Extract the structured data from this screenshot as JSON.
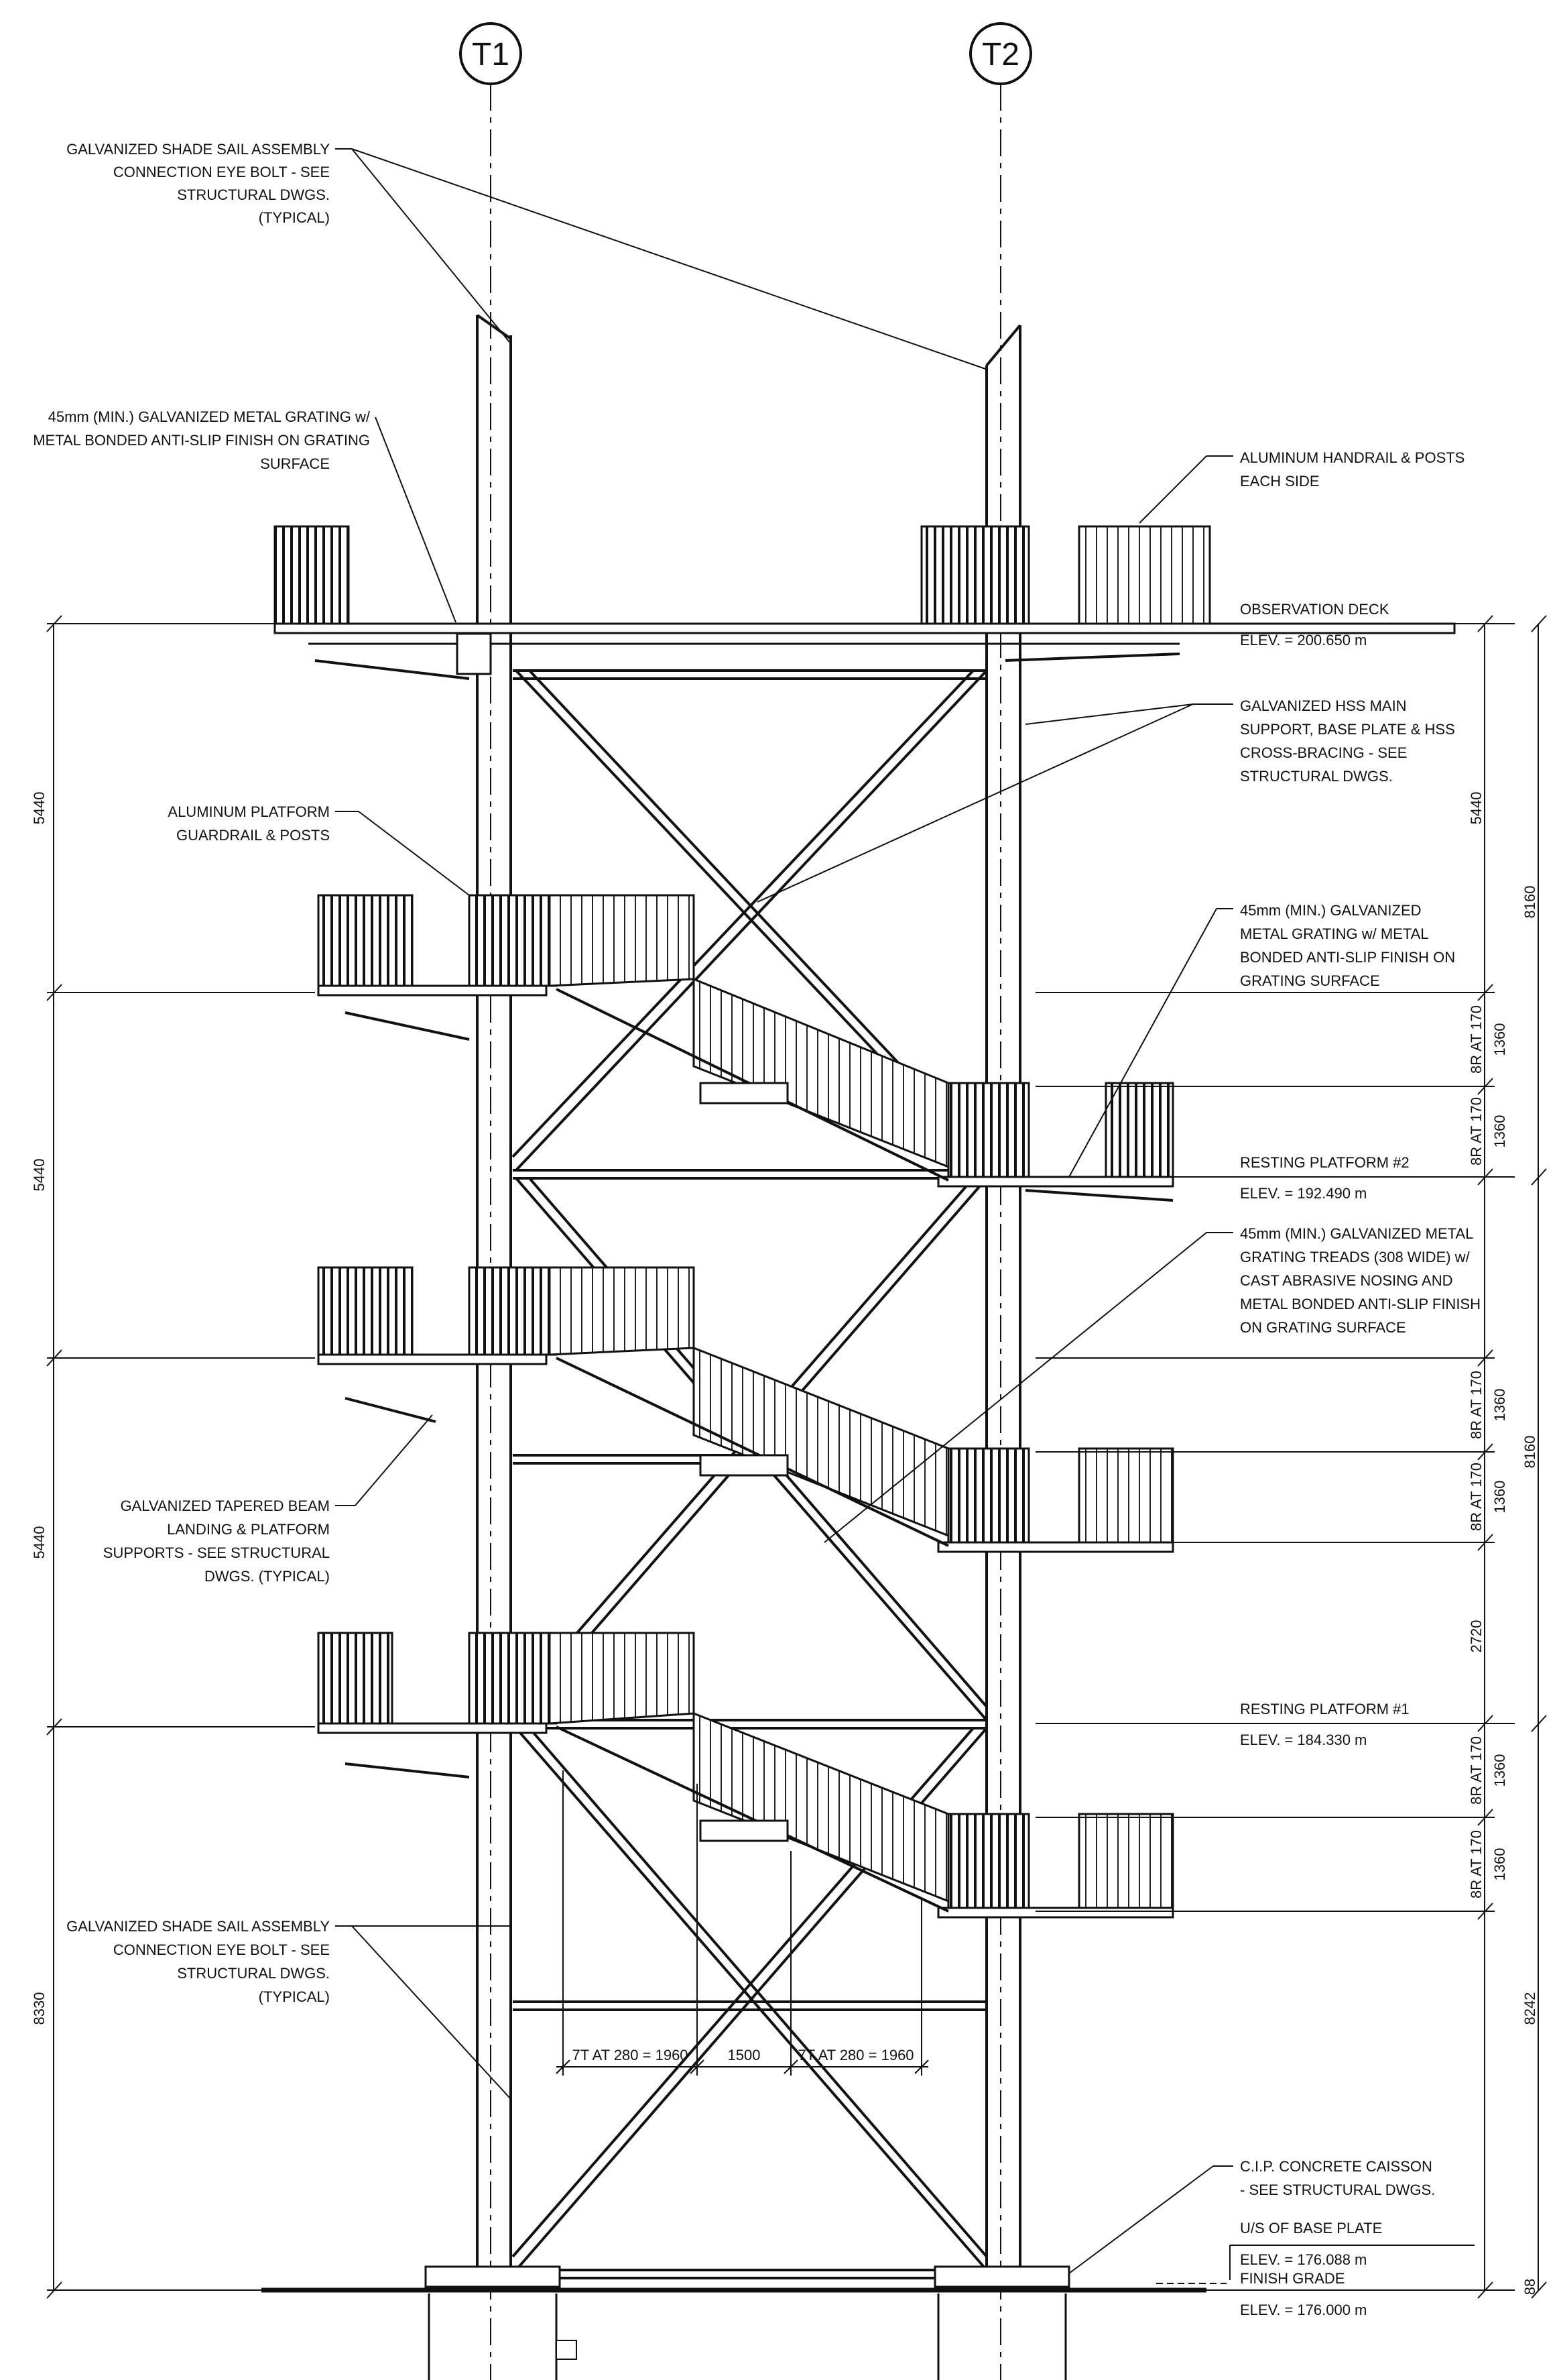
{
  "grid": {
    "t1": "T1",
    "t2": "T2"
  },
  "notes": {
    "shade_sail_top": [
      "GALVANIZED SHADE SAIL ASSEMBLY",
      "CONNECTION EYE BOLT - SEE",
      "STRUCTURAL DWGS.",
      "(TYPICAL)"
    ],
    "grating_deck": [
      "45mm (MIN.) GALVANIZED METAL GRATING w/",
      "METAL BONDED ANTI-SLIP FINISH ON GRATING",
      "SURFACE"
    ],
    "handrail": [
      "ALUMINUM HANDRAIL & POSTS",
      "EACH SIDE"
    ],
    "hss": [
      "GALVANIZED HSS MAIN",
      "SUPPORT, BASE PLATE & HSS",
      "CROSS-BRACING - SEE",
      "STRUCTURAL DWGS."
    ],
    "guardrail": [
      "ALUMINUM PLATFORM",
      "GUARDRAIL & POSTS"
    ],
    "grating_platform": [
      "45mm (MIN.) GALVANIZED",
      "METAL GRATING w/ METAL",
      "BONDED ANTI-SLIP FINISH ON",
      "GRATING SURFACE"
    ],
    "treads": [
      "45mm (MIN.) GALVANIZED METAL",
      "GRATING TREADS (308 WIDE) w/",
      "CAST ABRASIVE NOSING AND",
      "METAL BONDED ANTI-SLIP FINISH",
      "ON GRATING SURFACE"
    ],
    "tapered_beam": [
      "GALVANIZED TAPERED BEAM",
      "LANDING & PLATFORM",
      "SUPPORTS - SEE STRUCTURAL",
      "DWGS. (TYPICAL)"
    ],
    "shade_sail_bottom": [
      "GALVANIZED SHADE SAIL ASSEMBLY",
      "CONNECTION EYE BOLT - SEE",
      "STRUCTURAL DWGS.",
      "(TYPICAL)"
    ],
    "caisson": [
      "C.I.P. CONCRETE CAISSON",
      "- SEE STRUCTURAL DWGS."
    ]
  },
  "levels": {
    "deck": {
      "name": "OBSERVATION DECK",
      "elev": "ELEV. =  200.650 m"
    },
    "rp2": {
      "name": "RESTING PLATFORM #2",
      "elev": "ELEV. =  192.490 m"
    },
    "rp1": {
      "name": "RESTING PLATFORM #1",
      "elev": "ELEV. =  184.330 m"
    },
    "base": {
      "name": "U/S OF BASE PLATE",
      "elev": "ELEV. =  176.088 m"
    },
    "grade": {
      "name": "FINISH GRADE",
      "elev": "ELEV. =  176.000 m"
    }
  },
  "dims": {
    "left": [
      "5440",
      "5440",
      "5440",
      "8330"
    ],
    "right_inner": [
      "5440",
      "8R AT 170",
      "1360",
      "8R AT 170",
      "1360",
      "8R AT 170",
      "1360",
      "8R AT 170",
      "1360",
      "2720",
      "8R AT 170",
      "1360",
      "8R AT 170",
      "1360"
    ],
    "right_outer": [
      "8160",
      "8160",
      "8242",
      "88"
    ],
    "bottom": [
      "7T AT 280 = 1960",
      "1500",
      "7T AT 280 = 1960"
    ]
  }
}
